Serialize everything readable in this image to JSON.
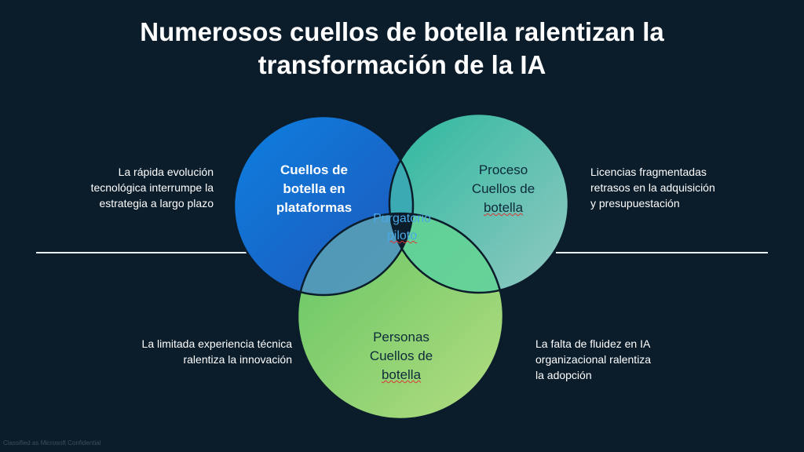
{
  "title": {
    "line1": "Numerosos cuellos de botella ralentizan la",
    "line2": "transformación de la IA"
  },
  "circles": {
    "platforms": {
      "lines": [
        "Cuellos de",
        "botella en",
        "plataformas"
      ],
      "color": "#1a6fd6"
    },
    "process": {
      "lines": [
        "Proceso",
        "Cuellos de",
        "botella"
      ],
      "color": "#3fc1b0"
    },
    "people": {
      "lines": [
        "Personas",
        "Cuellos de",
        "botella"
      ],
      "color": "#8fe36a"
    },
    "center": {
      "lines": [
        "Purgatorio",
        "piloto"
      ],
      "color": "#4aa8e6"
    }
  },
  "notes": {
    "top_left": [
      "La rápida evolución",
      "tecnológica interrumpe la",
      "estrategia a largo plazo"
    ],
    "top_right": [
      "Licencias fragmentadas",
      "retrasos en la adquisición",
      "y presupuestación"
    ],
    "bottom_left": [
      "La limitada experiencia técnica",
      "ralentiza la innovación"
    ],
    "bottom_right": [
      "La falta de fluidez en IA",
      "organizacional ralentiza",
      "la adopción"
    ]
  },
  "footer": "Classified as Microsoft Confidential"
}
